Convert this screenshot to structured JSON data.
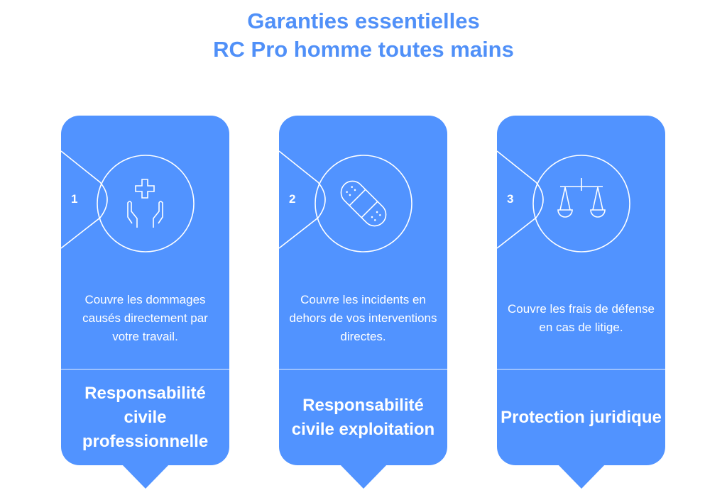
{
  "title": {
    "line1": "Garanties essentielles",
    "line2": "RC Pro homme toutes mains"
  },
  "cards": [
    {
      "number": "1",
      "icon": "hands-medical-cross-icon",
      "description": "Couvre les dommages causés directement par votre travail.",
      "name": "Responsabilité civile professionnelle"
    },
    {
      "number": "2",
      "icon": "bandage-icon",
      "description": "Couvre les incidents en dehors de vos interventions directes.",
      "name": "Responsabilité civile exploitation"
    },
    {
      "number": "3",
      "icon": "scales-icon",
      "description": "Couvre les frais de défense en cas de litige.",
      "name": "Protection juridique"
    }
  ],
  "colors": {
    "card": "#5193FF",
    "title": "#5090F8"
  }
}
